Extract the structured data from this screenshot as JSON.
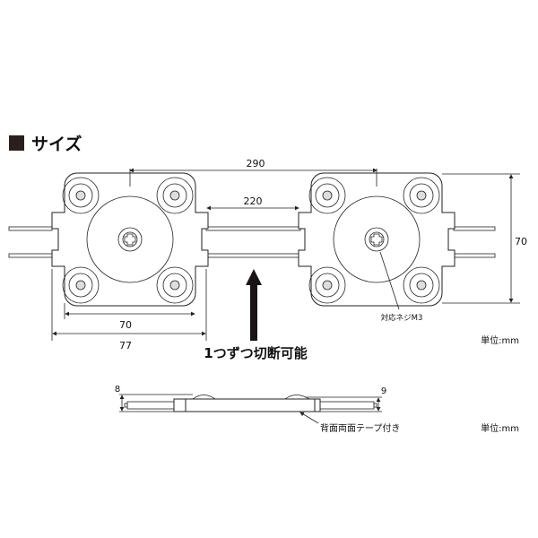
{
  "section_title": "サイズ",
  "top_view": {
    "dim_pitch": "290",
    "dim_wire_gap": "220",
    "dim_height": "70",
    "dim_module_width": "70",
    "dim_module_width_with_tabs": "77",
    "screw_label": "対応ネジM3",
    "cut_note": "1つずつ切断可能",
    "unit": "単位:mm"
  },
  "side_view": {
    "dim_left_height": "8",
    "dim_right_height": "9",
    "tape_note": "背面両面テープ付き",
    "unit": "単位:mm"
  },
  "colors": {
    "line": "#222222",
    "title_square": "#2a1f1c"
  }
}
